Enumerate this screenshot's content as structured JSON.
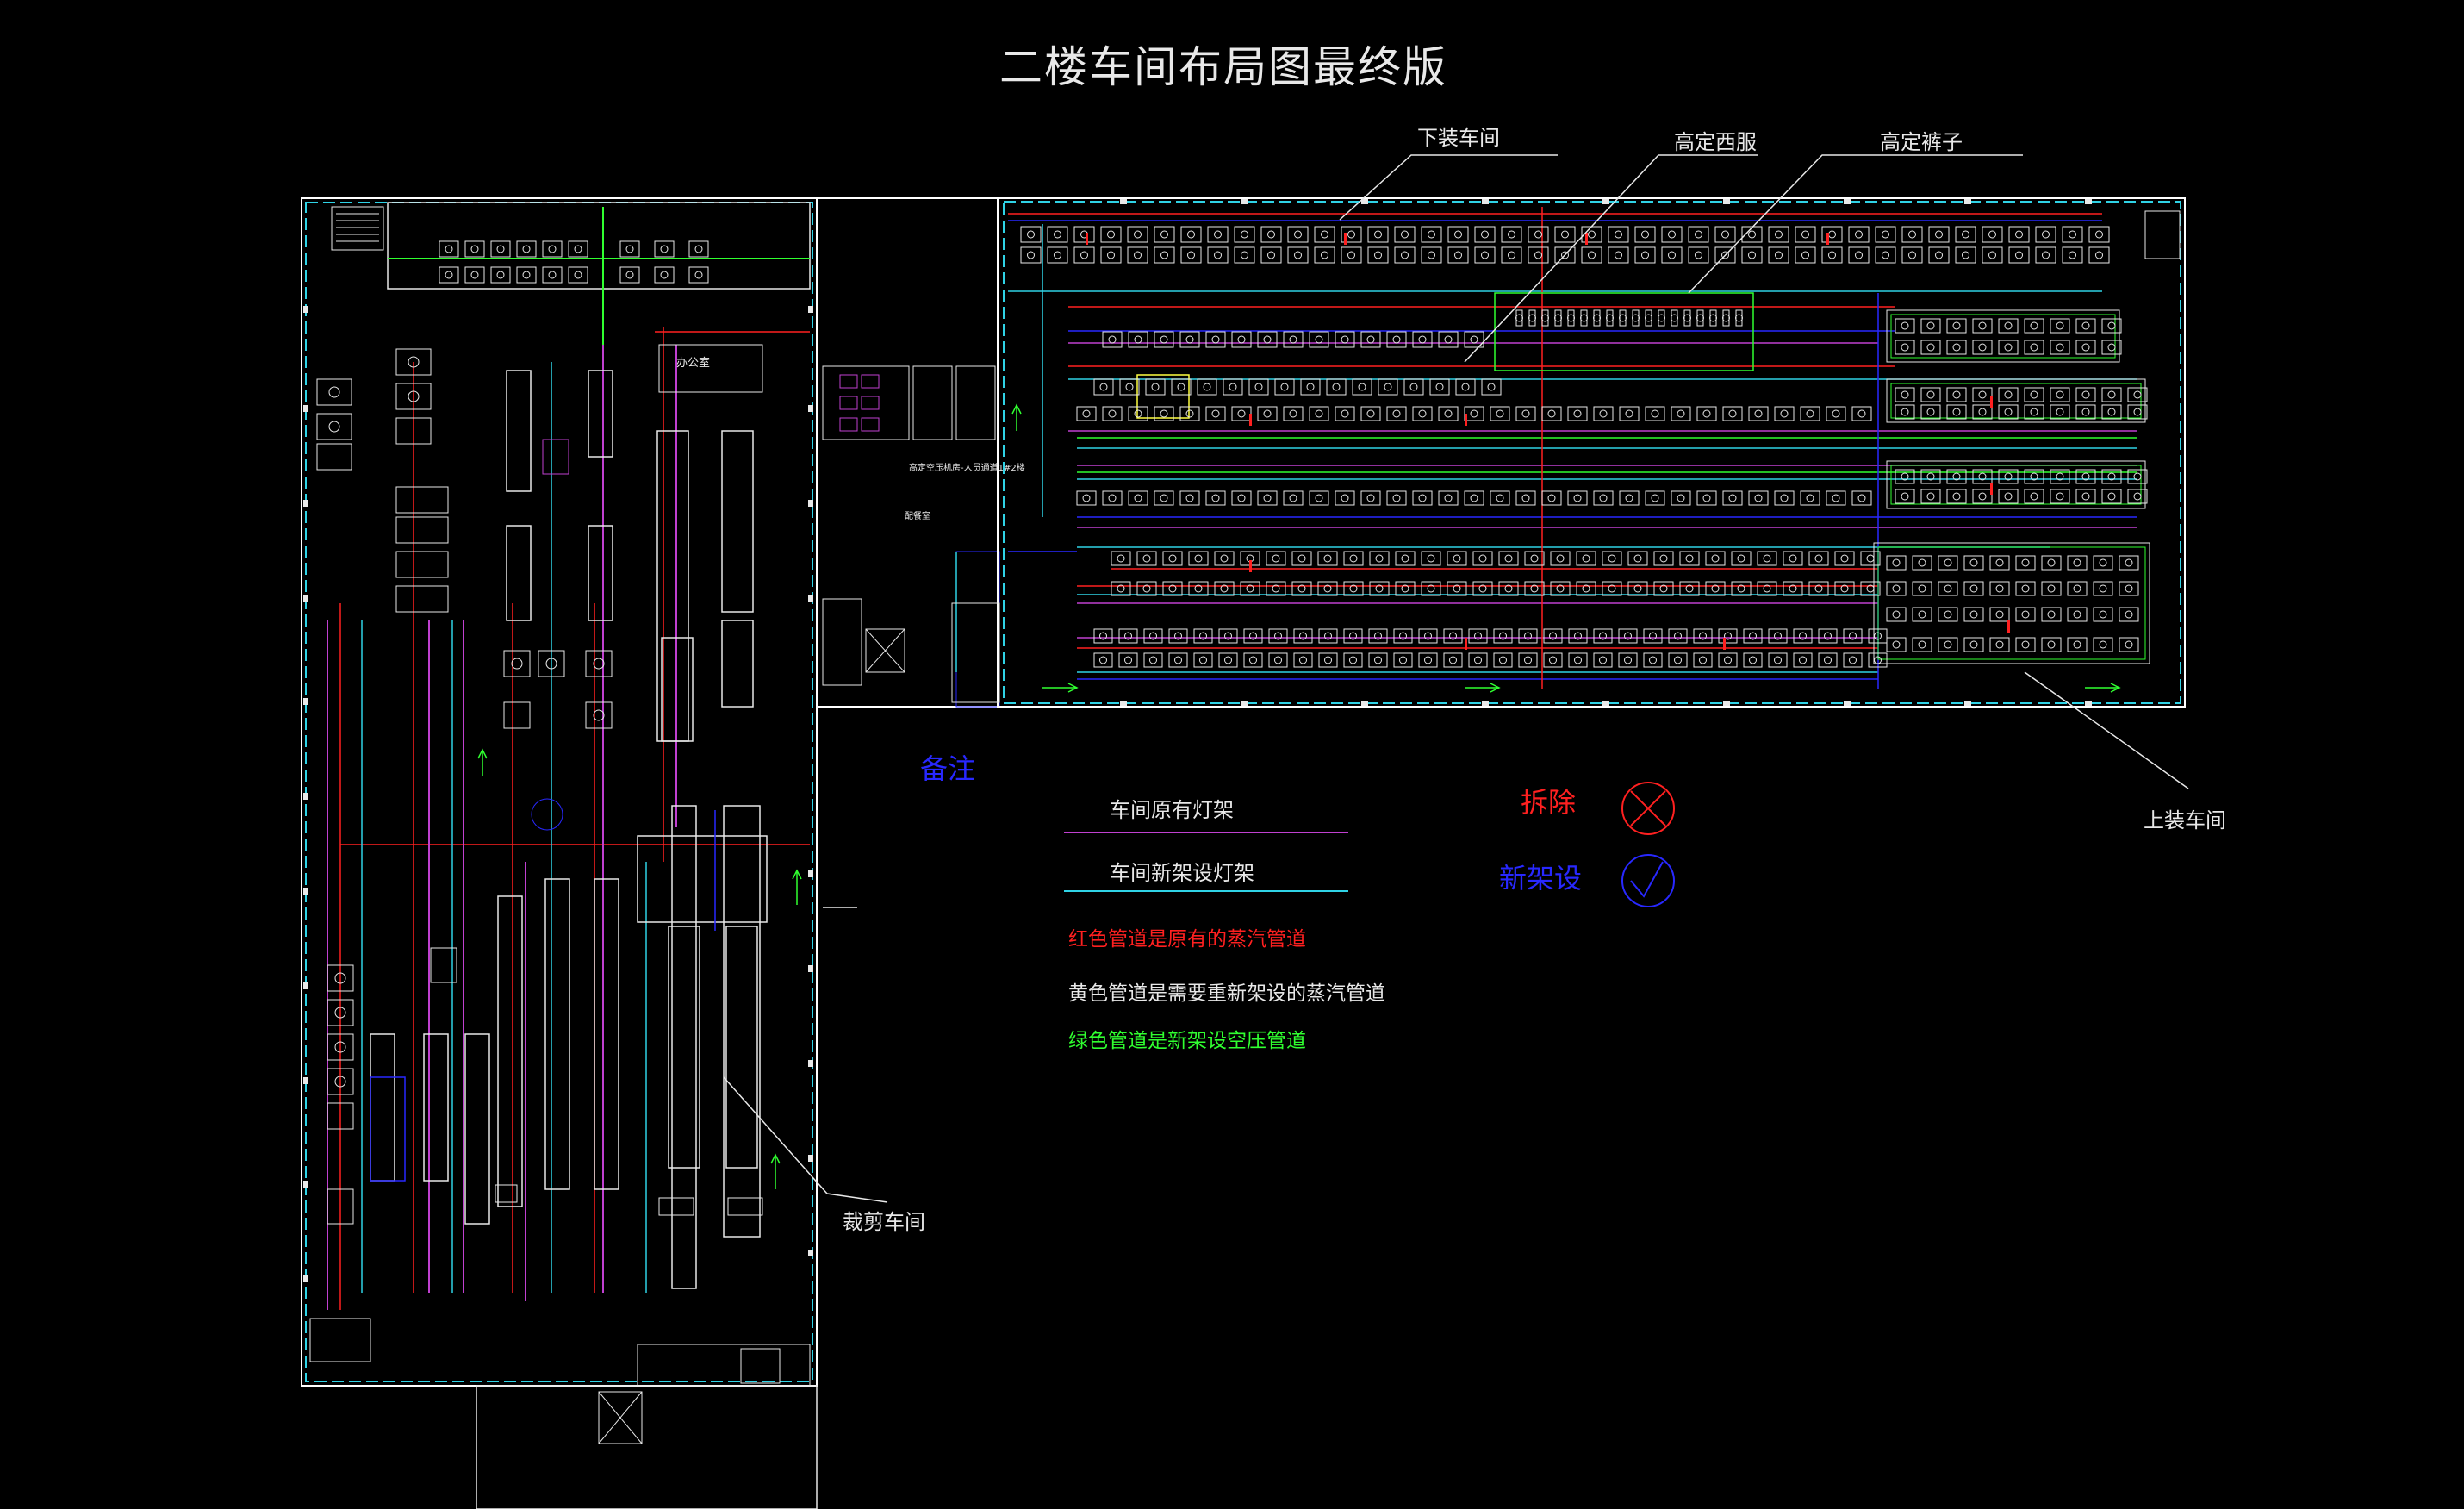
{
  "drawing": {
    "title": "二楼车间布局图最终版",
    "colors": {
      "background": "#000000",
      "outline": "#2fd3e6",
      "wall": "#ffffff",
      "existing_light": "#c040d0",
      "new_light": "#2fd3e6",
      "steam_existing": "#ff2020",
      "steam_new": "#ffff40",
      "air_new": "#30ff30",
      "equipment": "#e8e8e8",
      "blue": "#2828ff"
    }
  },
  "callouts": {
    "lower_workshop": "下装车间",
    "high_fixed_suit": "高定西服",
    "high_fixed_pants": "高定裤子",
    "upper_workshop": "上装车间",
    "cutting_workshop": "裁剪车间"
  },
  "notes": {
    "remark": "备注",
    "existing_light_frame": "车间原有灯架",
    "new_light_frame": "车间新架设灯架",
    "red_pipe": "红色管道是原有的蒸汽管道",
    "yellow_pipe": "黄色管道是需要重新架设的蒸汽管道",
    "green_pipe": "绿色管道是新架设空压管道",
    "remove": "拆除",
    "new_install": "新架设"
  },
  "room_labels": {
    "office": "办公室",
    "cut_room": "配餐室",
    "stair_note": "高定空压机房-人员通道1#2楼"
  }
}
